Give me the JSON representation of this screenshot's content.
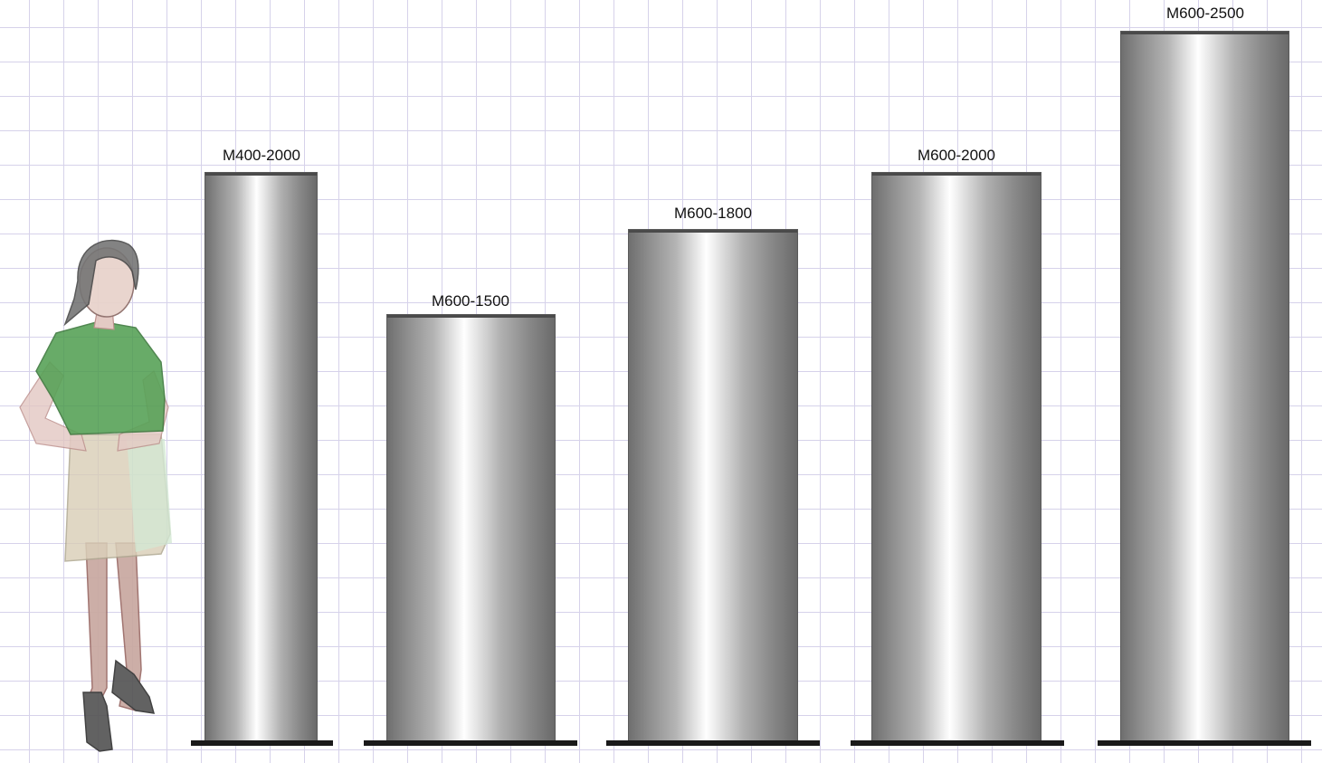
{
  "models": [
    {
      "label": "M400-2000"
    },
    {
      "label": "M600-1500"
    },
    {
      "label": "M600-1800"
    },
    {
      "label": "M600-2000"
    },
    {
      "label": "M600-2500"
    }
  ],
  "figure": {
    "icon": "standing-woman-sketch",
    "top_color": "#4a9a4a"
  },
  "colors": {
    "grid": "#d6d2ea",
    "base": "#1a1a1a",
    "cylinder_edge": "#5a5a5a"
  }
}
